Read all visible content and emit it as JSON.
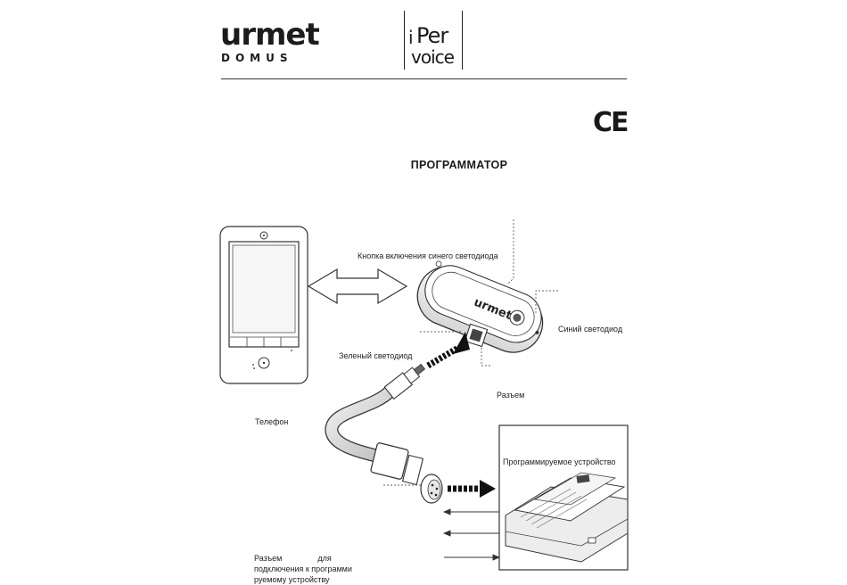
{
  "header": {
    "brand_main": "urmet",
    "brand_sub": "DOMUS",
    "product_i": "i",
    "product_per": "Per",
    "product_voice": "voice",
    "mark": "CE"
  },
  "document": {
    "title": "ПРОГРАММАТОР"
  },
  "diagram": {
    "labels": {
      "button": "Кнопка включения синего светодиода",
      "blue_led": "Синий светодиод",
      "green_led": "Зеленый светодиод",
      "connector": "Разъем",
      "phone": "Телефон",
      "device": "Программируемое устройство",
      "conn_line1": "Разъем",
      "conn_line1b": "для",
      "conn_line2": "подключения к программи",
      "conn_line3": "руемому устройству"
    },
    "programmer_logo": "urmet"
  }
}
